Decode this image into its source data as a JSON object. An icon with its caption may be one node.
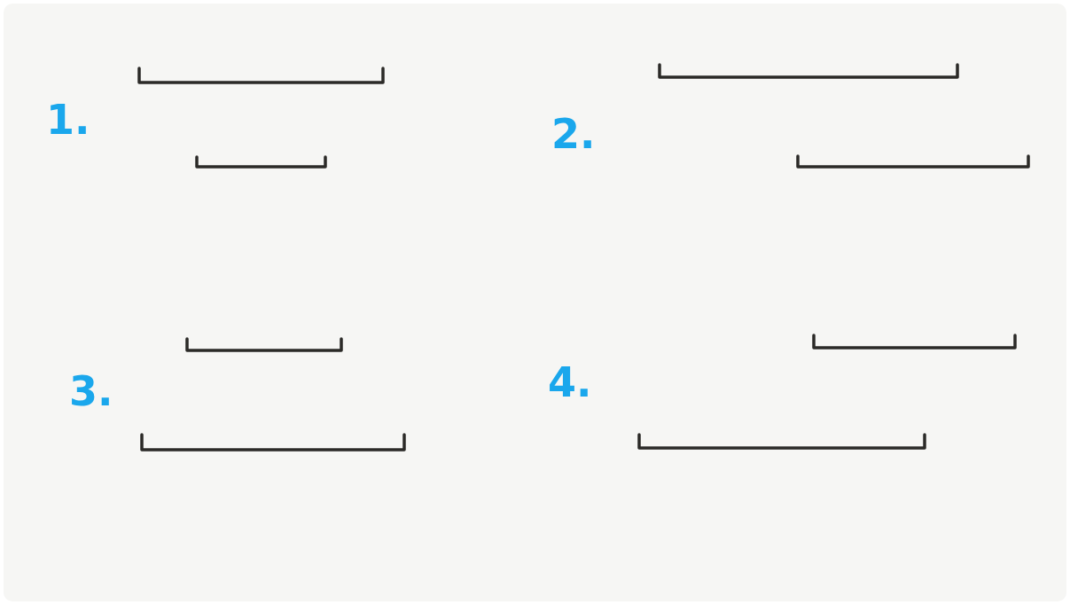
{
  "diagram": {
    "labels": [
      "1.",
      "2.",
      "3.",
      "4."
    ]
  }
}
